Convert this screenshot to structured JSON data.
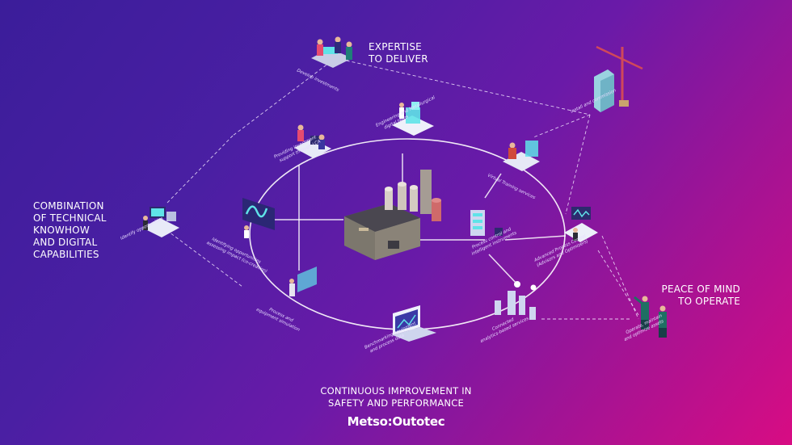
{
  "headings": {
    "expertise": [
      "EXPERTISE",
      "TO DELIVER"
    ],
    "combination": [
      "COMBINATION",
      "OF TECHNICAL",
      "KNOWHOW",
      "AND DIGITAL",
      "CAPABILITIES"
    ],
    "peace": [
      "PEACE OF MIND",
      "TO OPERATE"
    ],
    "continuous": [
      "CONTINUOUS IMPROVEMENT IN",
      "SAFETY AND PERFORMANCE"
    ]
  },
  "logo": "Metso:Outotec",
  "nodes": {
    "develop_investments": "Develop investments",
    "install_commission": "Install and commission",
    "engineering": [
      "Engineering and Metallurgical",
      "digital twins"
    ],
    "providing_investment": [
      "Providing investment",
      "support through LCA"
    ],
    "virtual_training": "Virtual Training services",
    "identify_opportunities": "Identify opportunities",
    "identifying_co_creation": [
      "Identifying opportunities",
      "assessing impact (co-creation)"
    ],
    "process_control": [
      "Process control and",
      "intelligent instruments"
    ],
    "advanced_process_control": [
      "Advanced Process Control",
      "(Advisors and Optimizers)"
    ],
    "process_simulation": [
      "Process and",
      "equipment simulation"
    ],
    "benchmarking": [
      "Benchmarking equipment",
      "and process data"
    ],
    "connected_analytics": [
      "Connected",
      "analytics-based services"
    ],
    "operate_maintain": [
      "Operate, maintain",
      "and optimize assets"
    ]
  },
  "colors": {
    "background_start": "#3b1d9a",
    "background_end": "#d80c83",
    "accent_cyan": "#5fe3e8",
    "text": "#ffffff"
  }
}
